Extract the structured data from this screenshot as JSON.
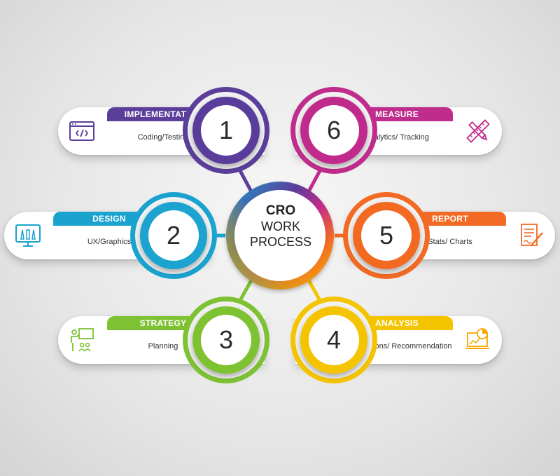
{
  "center": {
    "line1": "CRO",
    "line2": "WORK",
    "line3": "PROCESS"
  },
  "steps": [
    {
      "number": "1",
      "title": "IMPLEMENTATION",
      "subtitle": "Coding/Testing",
      "color": "#5a3e9a",
      "icon": "code-window-icon"
    },
    {
      "number": "2",
      "title": "DESIGN",
      "subtitle": "UX/Graphics",
      "color": "#1aa3cf",
      "icon": "monitor-design-icon"
    },
    {
      "number": "3",
      "title": "STRATEGY",
      "subtitle": "Planning",
      "color": "#7ec233",
      "icon": "presentation-icon"
    },
    {
      "number": "4",
      "title": "ANALYSIS",
      "subtitle": "Observations/ Recommendation",
      "color": "#f5c400",
      "icon": "laptop-chart-icon"
    },
    {
      "number": "5",
      "title": "REPORT",
      "subtitle": "Stats/ Charts",
      "color": "#f26a23",
      "icon": "report-icon"
    },
    {
      "number": "6",
      "title": "MEASURE",
      "subtitle": "Analytics/ Tracking",
      "color": "#c02c8c",
      "icon": "pencil-ruler-icon"
    }
  ]
}
